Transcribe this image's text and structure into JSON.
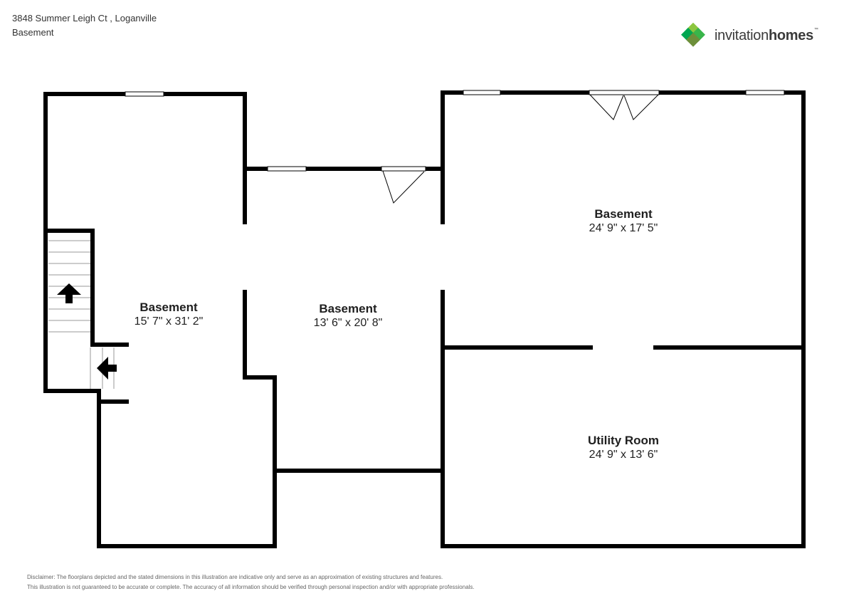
{
  "header": {
    "address": "3848 Summer Leigh Ct , Loganville",
    "level": "Basement"
  },
  "logo": {
    "text_regular": "invitation",
    "text_bold": "homes",
    "mark": "™",
    "colors": [
      "#8cc63f",
      "#39b54a",
      "#00a651",
      "#6d8f3a"
    ]
  },
  "rooms": [
    {
      "name": "Basement",
      "dims": "15' 7\" x 31' 2\""
    },
    {
      "name": "Basement",
      "dims": "13' 6\" x 20' 8\""
    },
    {
      "name": "Basement",
      "dims": "24' 9\" x 17' 5\""
    },
    {
      "name": "Utility Room",
      "dims": "24' 9\" x 13' 6\""
    }
  ],
  "disclaimer": {
    "line1": "Disclaimer: The floorplans depicted and the stated dimensions in this illustration are indicative only and serve as an approximation of existing structures and features.",
    "line2": "This illustration is not guaranteed to be accurate or complete. The accuracy of all information should be verified through personal inspection and/or with appropriate professionals."
  },
  "colors": {
    "wall": "#000000",
    "window": "#ffffff"
  }
}
